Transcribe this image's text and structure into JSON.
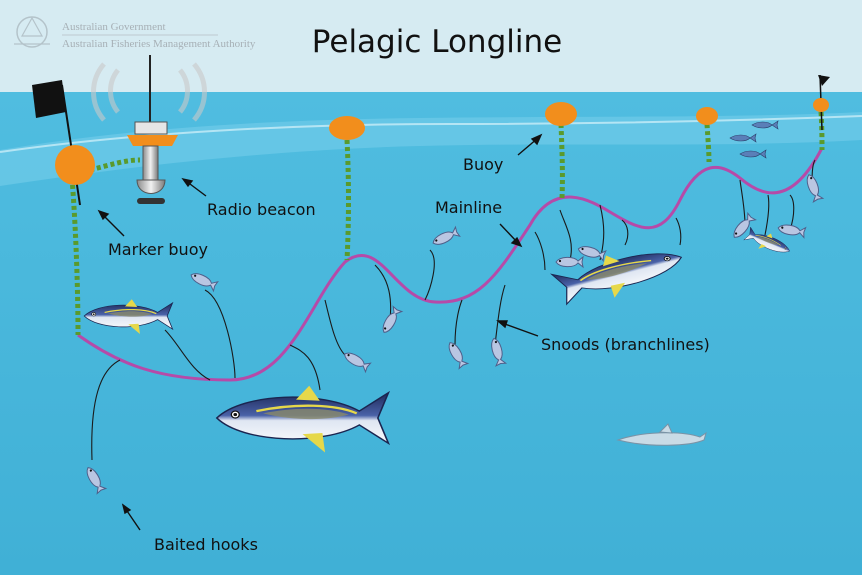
{
  "header": {
    "title": "Pelagic Longline",
    "logo_line1": "Australian Government",
    "logo_line2": "Australian Fisheries Management Authority"
  },
  "labels": {
    "radio_beacon": "Radio beacon",
    "marker_buoy": "Marker buoy",
    "buoy": "Buoy",
    "mainline": "Mainline",
    "snoods": "Snoods (branchlines)",
    "baited_hooks": "Baited hooks"
  },
  "colors": {
    "sky": "#d6ebf2",
    "sea": "#4cb9dd",
    "sea_deep": "#43b3d8",
    "mainline": "#b64aa8",
    "float_line": "#5a9a2c",
    "buoy": "#f28e1c",
    "text": "#111111"
  },
  "icons": {
    "flag": "flag-icon",
    "beacon": "radio-beacon-icon",
    "buoy": "buoy-icon",
    "fish": "tuna-icon",
    "bait": "bait-fish-icon",
    "shark": "shark-icon",
    "crest": "coat-of-arms-icon"
  }
}
